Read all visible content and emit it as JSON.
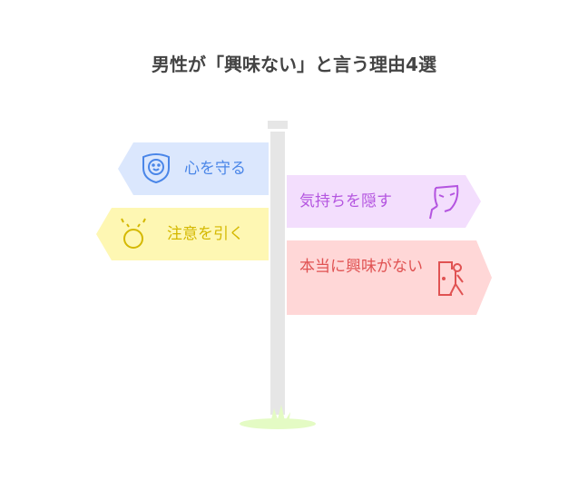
{
  "title": "男性が「興味ない」と言う理由4選",
  "signs": [
    {
      "label": "心を守る",
      "icon": "shield-face-icon",
      "color": "#4a86e8",
      "fill": "#dbe7fd"
    },
    {
      "label": "注意を引く",
      "icon": "attention-head-icon",
      "color": "#d4b800",
      "fill": "#fef7b3"
    },
    {
      "label": "気持ちを隠す",
      "icon": "mask-icon",
      "color": "#b455e0",
      "fill": "#f3defd"
    },
    {
      "label": "本当に興味がない",
      "icon": "person-leaving-door-icon",
      "color": "#e05252",
      "fill": "#ffd7d7"
    }
  ]
}
